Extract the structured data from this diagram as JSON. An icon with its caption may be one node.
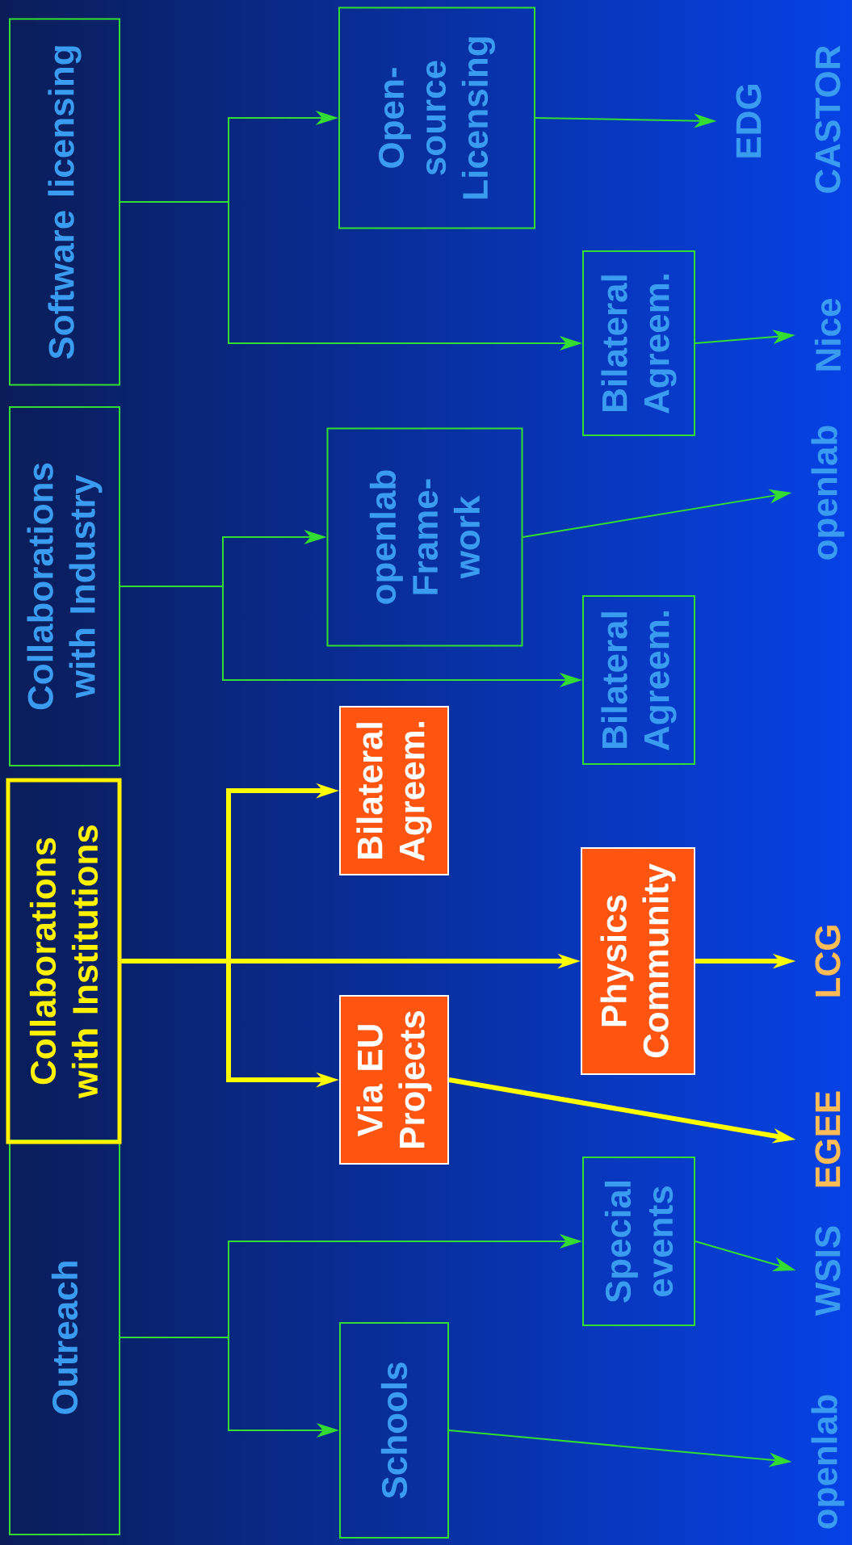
{
  "diagram": {
    "nodes": [
      {
        "text": [
          "Outreach"
        ]
      },
      {
        "text": [
          "Collaborations with Institutions"
        ]
      },
      {
        "text": [
          "Collaborations with Industry"
        ]
      },
      {
        "text": [
          "Software licensing"
        ]
      },
      {
        "text": [
          "Schools"
        ]
      },
      {
        "text": [
          "Via EU Projects"
        ]
      },
      {
        "text": [
          "Bilateral Agreem."
        ]
      },
      {
        "text": [
          "openlab Frame-work"
        ]
      },
      {
        "text": [
          "Open-source Licensing"
        ]
      },
      {
        "text": [
          "Special events"
        ]
      },
      {
        "text": [
          "Physics Community"
        ]
      },
      {
        "text": [
          "Bilateral Agreem."
        ]
      },
      {
        "text": [
          "Bilateral Agreem."
        ]
      },
      {
        "text": [
          "openlab"
        ]
      },
      {
        "text": [
          "WSIS"
        ]
      },
      {
        "text": [
          "EGEE"
        ]
      },
      {
        "text": [
          "LCG"
        ]
      },
      {
        "text": [
          "openlab"
        ]
      },
      {
        "text": [
          "Nice"
        ]
      },
      {
        "text": [
          "EDG"
        ]
      }
    ],
    "edges": [
      {
        "from": 0,
        "to": 4,
        "arrow": "to"
      },
      {
        "from": 0,
        "to": 9,
        "arrow": "to"
      },
      {
        "from": 1,
        "to": 5,
        "arrow": "to",
        "style": "thick",
        "color": "#ffff00"
      },
      {
        "from": 1,
        "to": 10,
        "arrow": "to",
        "style": "thick",
        "color": "#ffff00"
      },
      {
        "from": 1,
        "to": 6,
        "arrow": "to",
        "style": "thick",
        "color": "#ffff00"
      },
      {
        "from": 2,
        "to": 11,
        "arrow": "to"
      },
      {
        "from": 2,
        "to": 7,
        "arrow": "to"
      },
      {
        "from": 3,
        "to": 12,
        "arrow": "to"
      },
      {
        "from": 3,
        "to": 8,
        "arrow": "to"
      },
      {
        "from": 4,
        "to": 13,
        "arrow": "to"
      },
      {
        "from": 9,
        "to": 14,
        "arrow": "to"
      },
      {
        "from": 5,
        "to": 15,
        "arrow": "to",
        "style": "thick",
        "color": "#ffff00"
      },
      {
        "from": 10,
        "to": 16,
        "arrow": "to",
        "style": "thick",
        "color": "#ffff00"
      },
      {
        "from": 7,
        "to": 17,
        "arrow": "to"
      },
      {
        "from": 12,
        "to": 18,
        "arrow": "to"
      },
      {
        "from": 8,
        "to": 19,
        "arrow": "to"
      }
    ],
    "labels": [
      "CASTOR"
    ]
  }
}
